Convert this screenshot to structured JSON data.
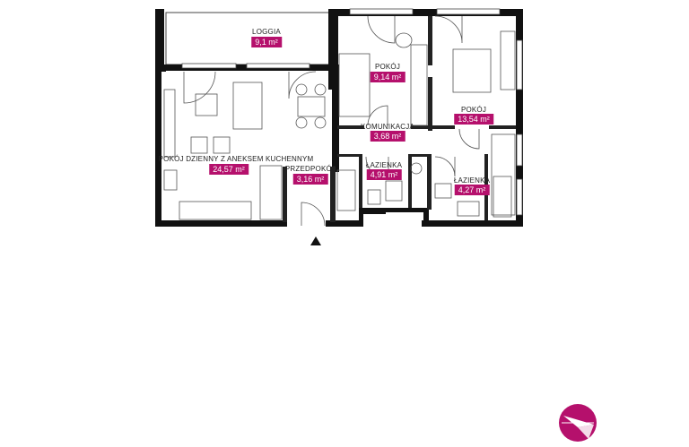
{
  "rooms": {
    "loggia": {
      "name": "LOGGIA",
      "area": "9,1 m²"
    },
    "pokoj1": {
      "name": "POKÓJ",
      "area": "9,14 m²"
    },
    "pokoj2": {
      "name": "POKÓJ",
      "area": "13,54 m²"
    },
    "komunikacja": {
      "name": "KOMUNIKACJA",
      "area": "3,68 m²"
    },
    "dzienny": {
      "name": "POKÓJ DZIENNY Z ANEKSEM KUCHENNYM",
      "area": "24,57 m²"
    },
    "przedpokoj": {
      "name": "PRZEDPOKÓJ",
      "area": "3,16 m²"
    },
    "lazienka1": {
      "name": "ŁAZIENKA",
      "area": "4,91 m²"
    },
    "lazienka2": {
      "name": "ŁAZIENKA",
      "area": "4,27 m²"
    }
  },
  "colors": {
    "accent": "#b5106c",
    "wall": "#111111",
    "line": "#444444"
  },
  "icons": {
    "entrance": "entrance-arrow-icon",
    "compass": "compass-icon"
  }
}
